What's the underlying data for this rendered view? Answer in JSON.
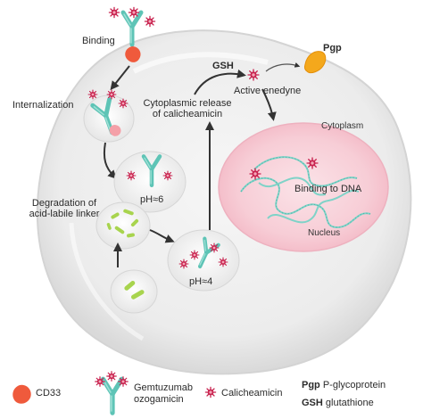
{
  "steps": {
    "binding": "Binding",
    "internalization": "Internalization",
    "degradation_line1": "Degradation of",
    "degradation_line2": "acid-labile linker",
    "ph6": "pH≈6",
    "ph4": "pH≈4",
    "release_line1": "Cytoplasmic release",
    "release_line2": "of calicheamicin",
    "gsh": "GSH",
    "active": "Active enedyne",
    "pgp": "Pgp",
    "cytoplasm": "Cytoplasm",
    "binding_dna": "Binding to DNA",
    "nucleus": "Nucleus"
  },
  "legend": {
    "cd33": "CD33",
    "gemtuzumab_line1": "Gemtuzumab",
    "gemtuzumab_line2": "ozogamicin",
    "calicheamicin": "Calicheamicin",
    "pgp_abbr": "Pgp",
    "pgp_full": "P-glycoprotein",
    "gsh_abbr": "GSH",
    "gsh_full": "glutathione"
  },
  "colors": {
    "antibody": "#5ec4b6",
    "calicheamicin": "#c8234f",
    "cd33": "#ef5a3c",
    "nucleus": "#f6c9d2",
    "pgp": "#f4a81c",
    "linker": "#a8d44e",
    "dna": "#7fd3c8"
  }
}
